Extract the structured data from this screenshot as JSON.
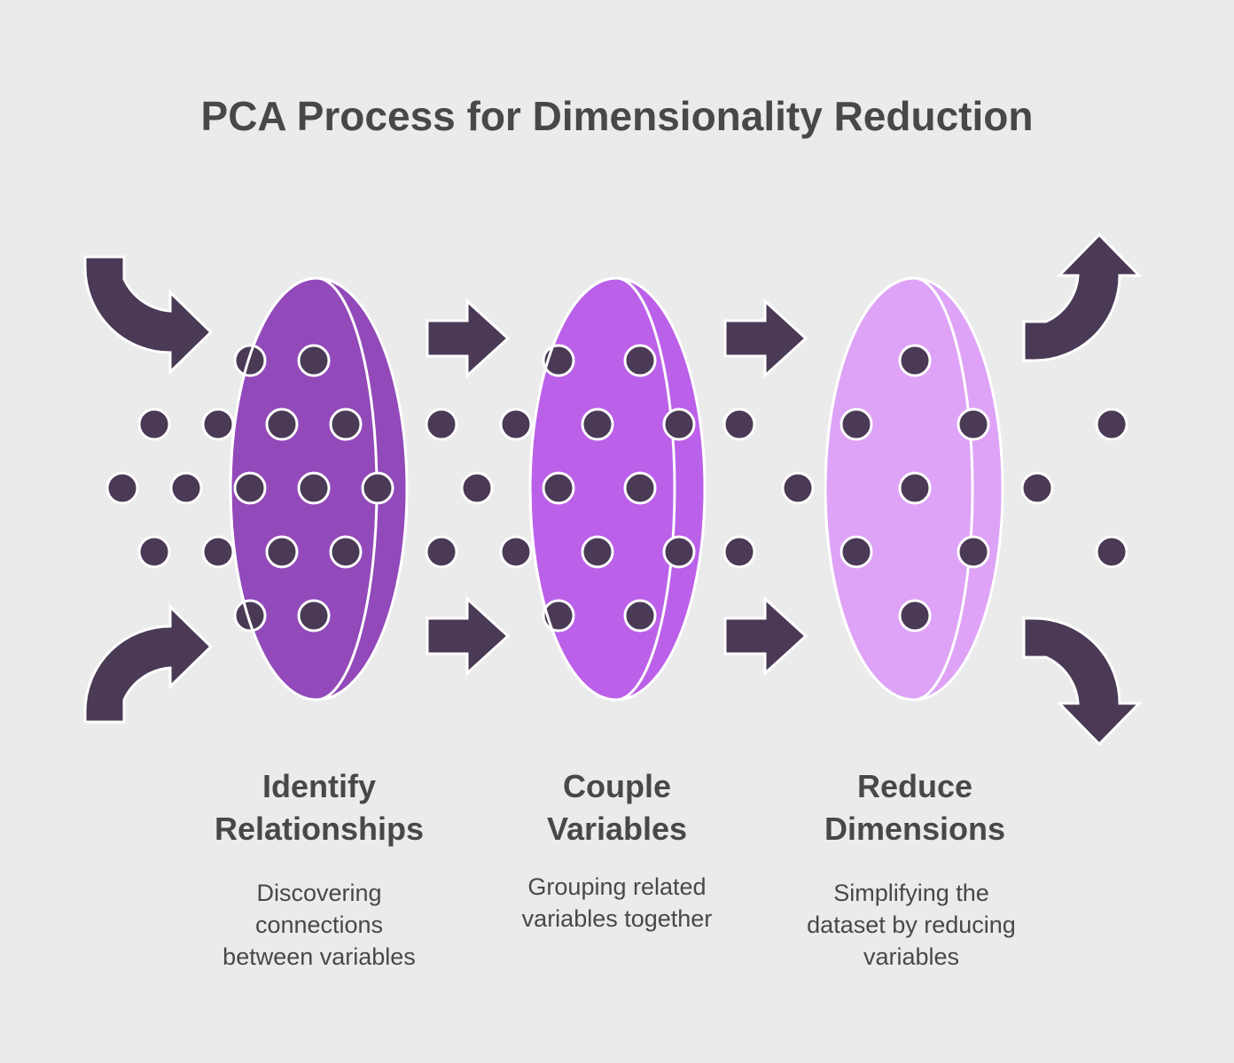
{
  "title": "PCA Process for Dimensionality Reduction",
  "colors": {
    "background": "#ebebeb",
    "arrow": "#4a3a55",
    "dot": "#4a3a55",
    "text": "#484848",
    "ring_step1": "#9249b9",
    "ring_step2": "#bb60e9",
    "ring_step3": "#dea3f6"
  },
  "steps": [
    {
      "title_lines": [
        "Identify",
        "Relationships"
      ],
      "description_lines": [
        "Discovering",
        "connections",
        "between variables"
      ]
    },
    {
      "title_lines": [
        "Couple",
        "Variables"
      ],
      "description_lines": [
        "Grouping related",
        "variables together"
      ]
    },
    {
      "title_lines": [
        "Reduce",
        "Dimensions"
      ],
      "description_lines": [
        "Simplifying the",
        "dataset by reducing",
        "variables"
      ]
    }
  ]
}
